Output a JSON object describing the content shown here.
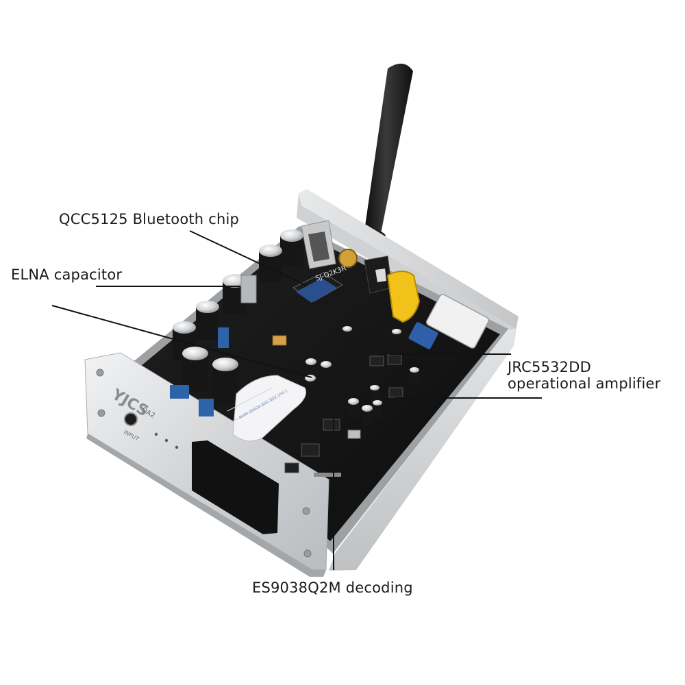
{
  "labels": {
    "qcc": "QCC5125 Bluetooth chip",
    "elna": "ELNA capacitor",
    "jrc_line1": "JRC5532DD",
    "jrc_line2": "operational amplifier",
    "es": "ES9038Q2M decoding"
  },
  "device": {
    "front_brand": "YJCS",
    "front_model": "DA2",
    "button_caption": "INPUT",
    "module_marking": "SJ-Q2K3R",
    "ribbon_cable_print": "AWM 20624 80C 60V VW-1"
  },
  "colors": {
    "background": "#ffffff",
    "chassis_silver": "#d9dadc",
    "pcb_black": "#141414",
    "antenna_black": "#1b1b1b",
    "leader_line": "#111111",
    "label_text": "#1a1a1a",
    "capacitor_blue": "#2d63a8",
    "connector_yellow": "#f2c21b",
    "bluetooth_module_blue": "#2a4f8f"
  }
}
